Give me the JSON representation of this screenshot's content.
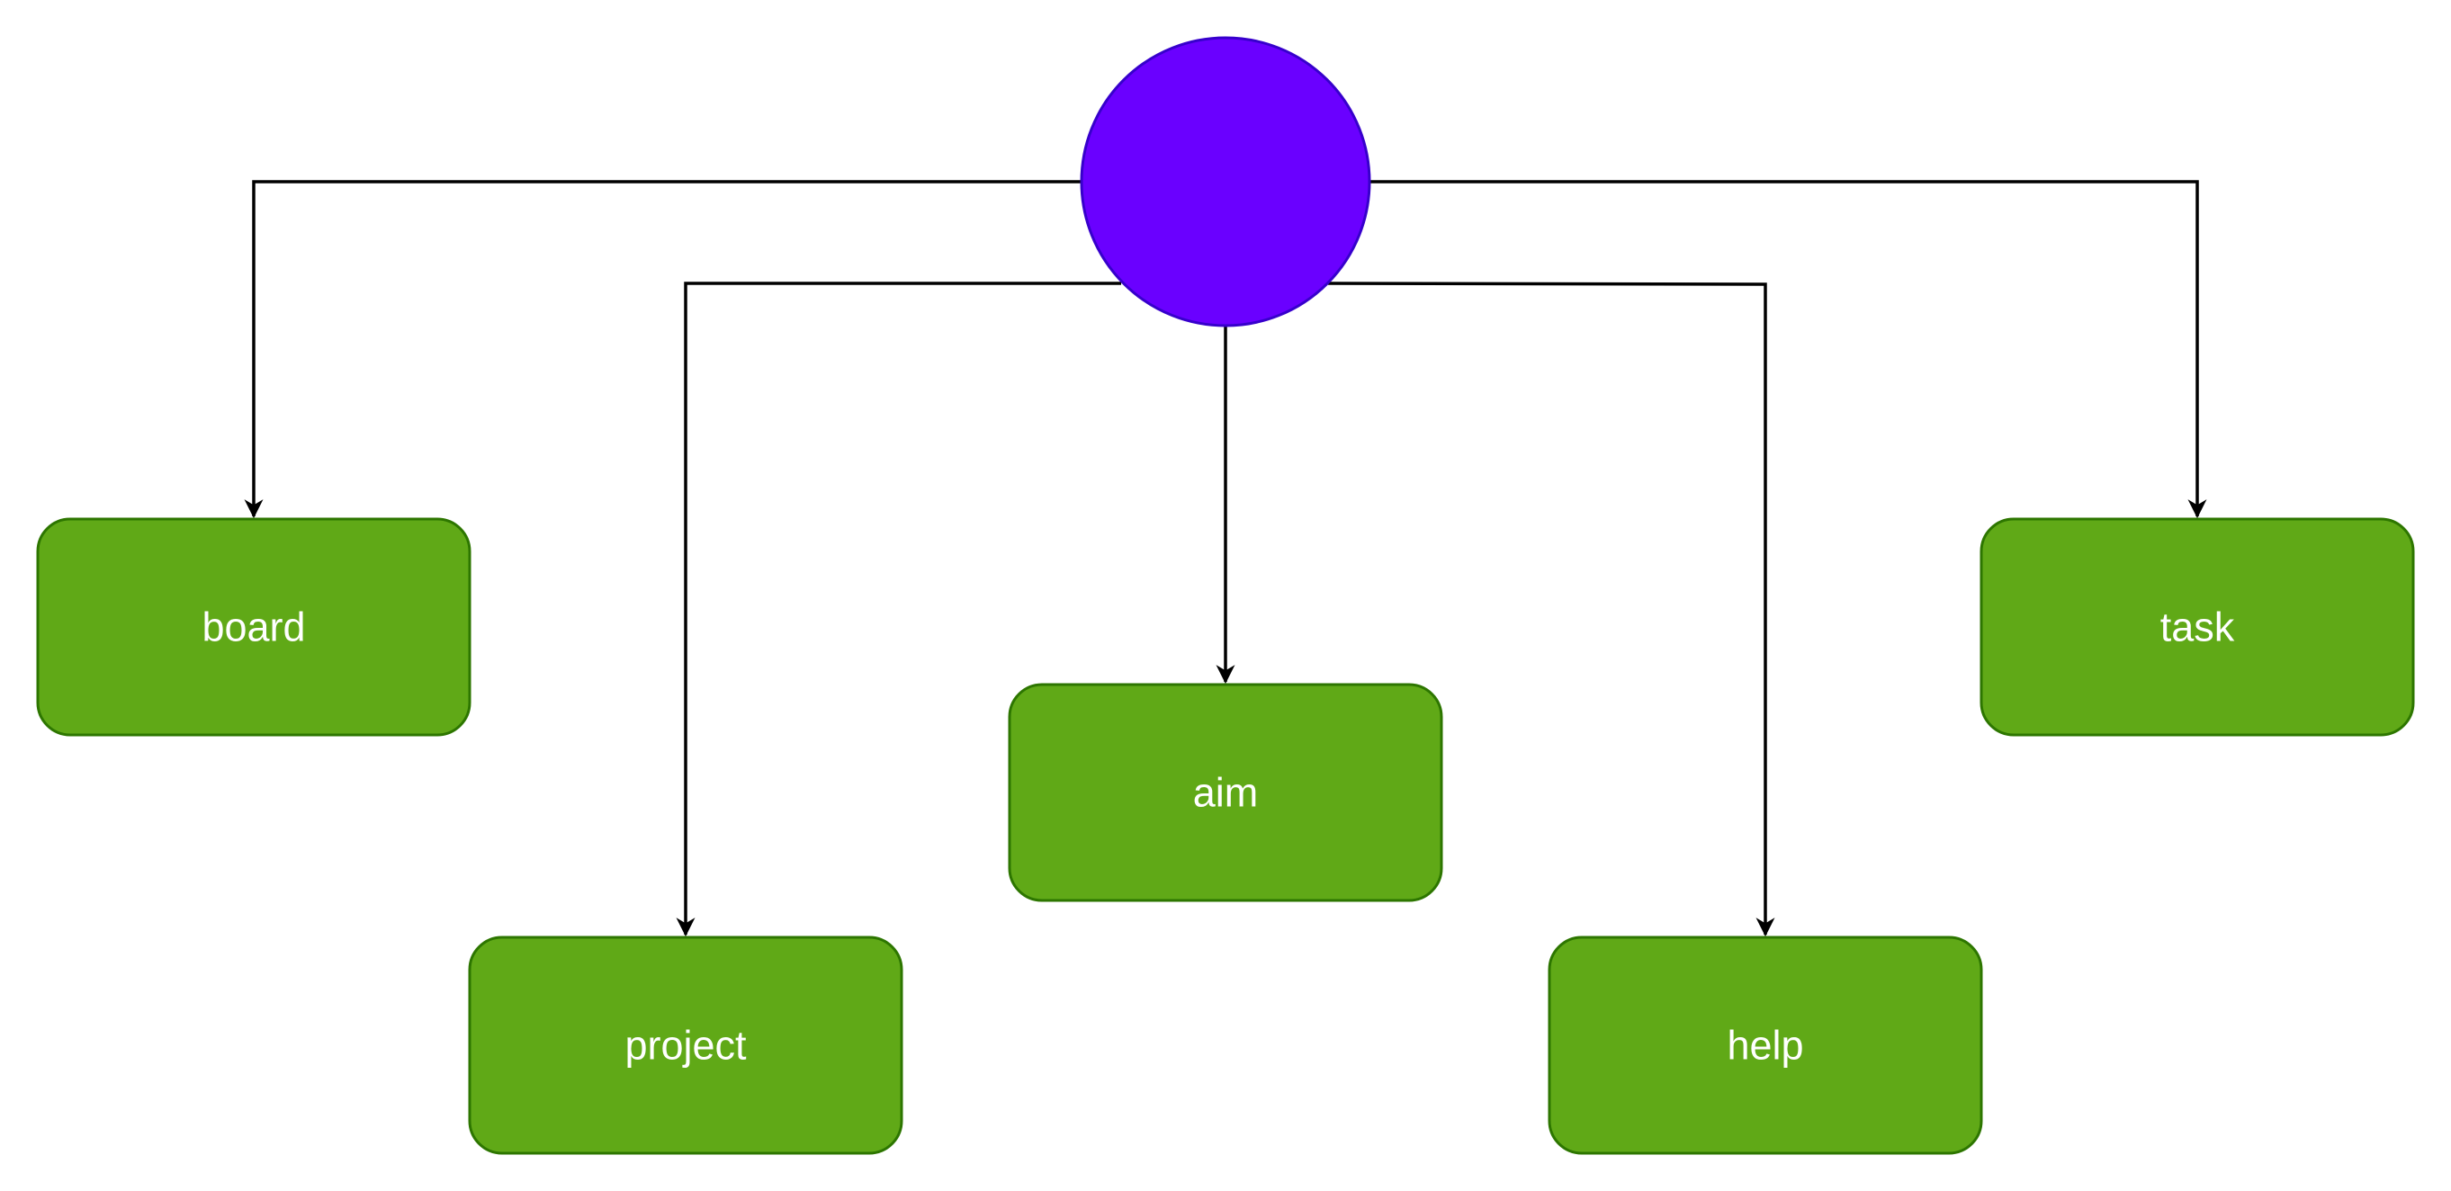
{
  "colors": {
    "hub_fill": "#6a00ff",
    "hub_stroke": "#3700cc",
    "node_fill": "#60a917",
    "node_stroke": "#2d7600",
    "edge": "#000000",
    "label": "#ffffff"
  },
  "hub": {
    "label": ""
  },
  "nodes": [
    {
      "id": "board",
      "label": "board"
    },
    {
      "id": "project",
      "label": "project"
    },
    {
      "id": "aim",
      "label": "aim"
    },
    {
      "id": "help",
      "label": "help"
    },
    {
      "id": "task",
      "label": "task"
    }
  ],
  "edges": [
    {
      "from": "hub",
      "to": "board"
    },
    {
      "from": "hub",
      "to": "project"
    },
    {
      "from": "hub",
      "to": "aim"
    },
    {
      "from": "hub",
      "to": "help"
    },
    {
      "from": "hub",
      "to": "task"
    }
  ]
}
